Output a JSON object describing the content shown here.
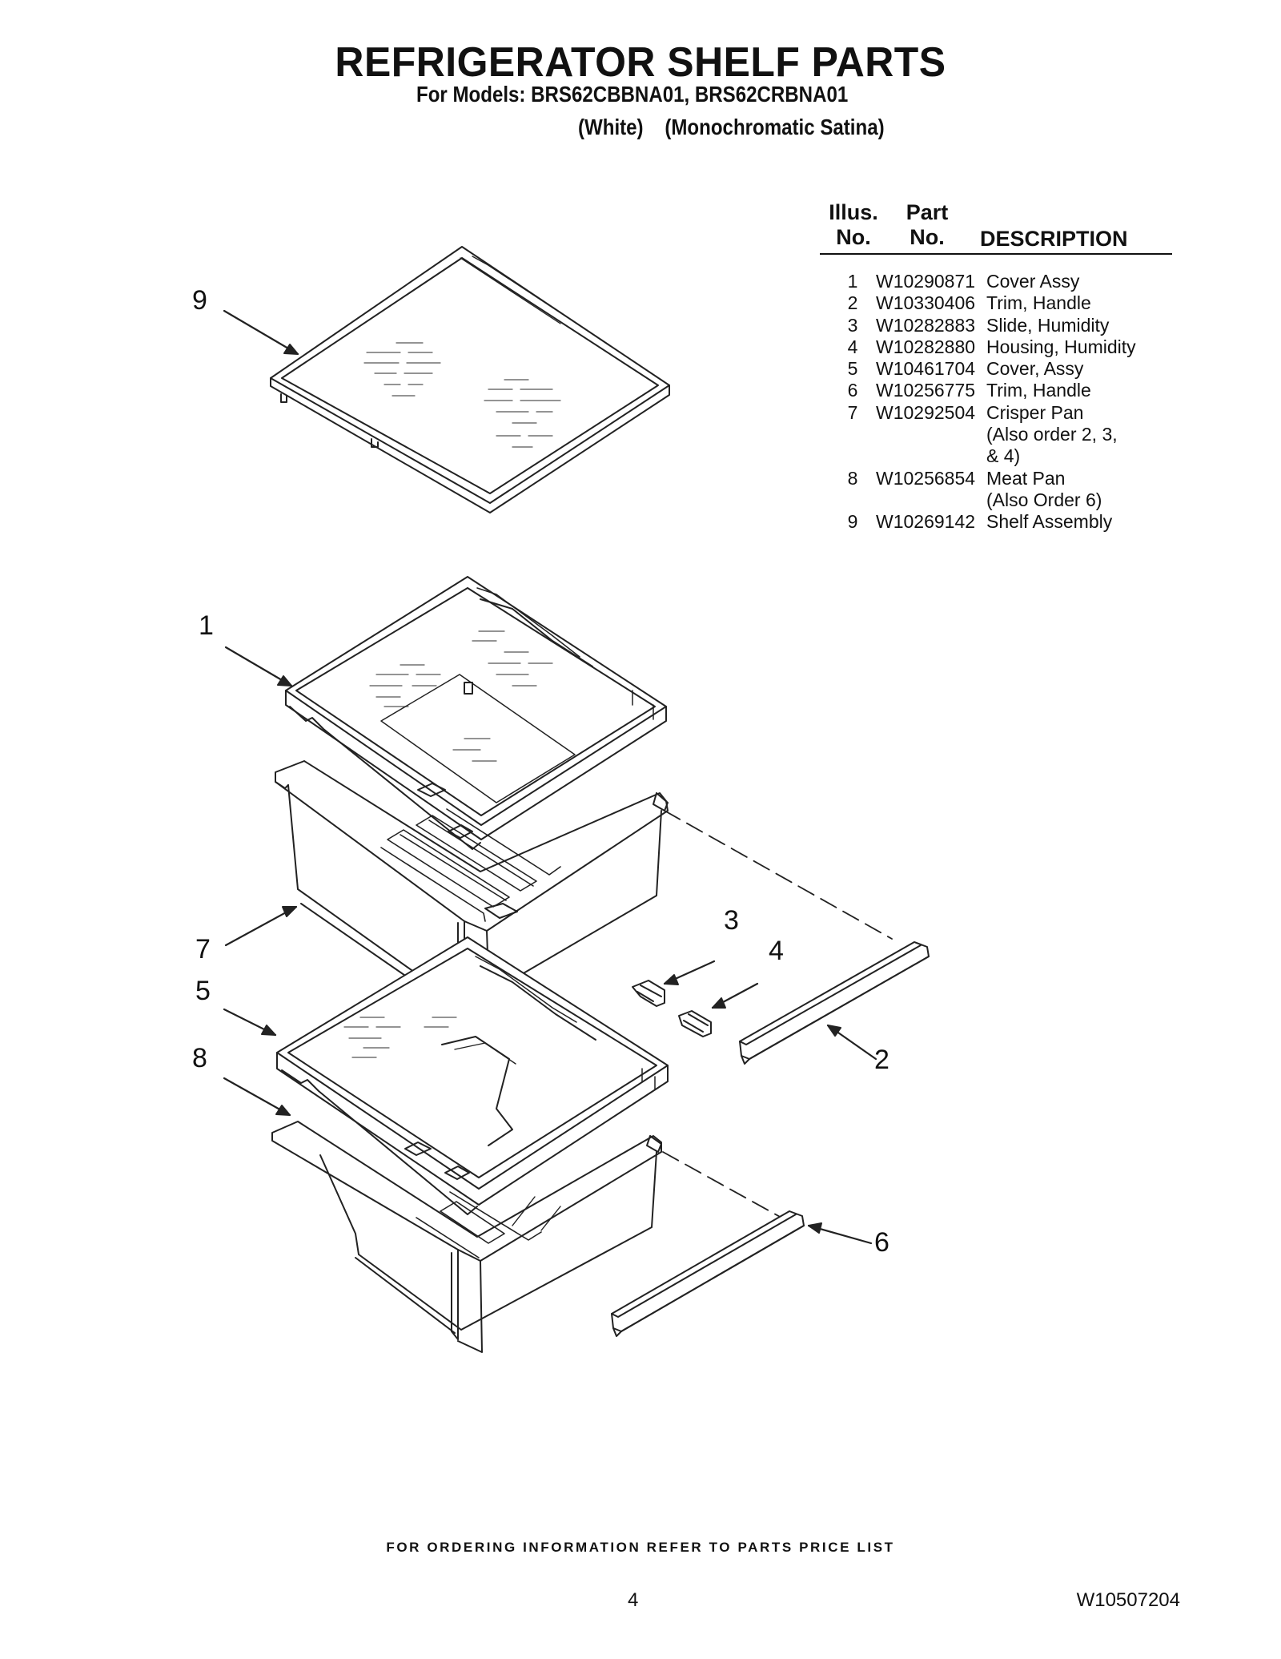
{
  "header": {
    "title": "REFRIGERATOR SHELF PARTS",
    "models": "For Models: BRS62CBBNA01, BRS62CRBNA01",
    "variant_1": "(White)",
    "variant_2": "(Monochromatic Satina)"
  },
  "table": {
    "col_illus_1": "Illus.",
    "col_illus_2": "No.",
    "col_part_1": "Part",
    "col_part_2": "No.",
    "col_desc": "DESCRIPTION",
    "rows": [
      {
        "no": "1",
        "part": "W10290871",
        "desc": [
          "Cover Assy"
        ]
      },
      {
        "no": "2",
        "part": "W10330406",
        "desc": [
          "Trim, Handle"
        ]
      },
      {
        "no": "3",
        "part": "W10282883",
        "desc": [
          "Slide, Humidity"
        ]
      },
      {
        "no": "4",
        "part": "W10282880",
        "desc": [
          "Housing, Humidity"
        ]
      },
      {
        "no": "5",
        "part": "W10461704",
        "desc": [
          "Cover, Assy"
        ]
      },
      {
        "no": "6",
        "part": "W10256775",
        "desc": [
          "Trim, Handle"
        ]
      },
      {
        "no": "7",
        "part": "W10292504",
        "desc": [
          "Crisper Pan",
          "(Also order 2, 3,",
          "& 4)"
        ]
      },
      {
        "no": "8",
        "part": "W10256854",
        "desc": [
          "Meat Pan",
          "(Also Order 6)"
        ]
      },
      {
        "no": "9",
        "part": "W10269142",
        "desc": [
          "Shelf Assembly"
        ]
      }
    ]
  },
  "callouts": {
    "c1": "1",
    "c2": "2",
    "c3": "3",
    "c4": "4",
    "c5": "5",
    "c6": "6",
    "c7": "7",
    "c8": "8",
    "c9": "9"
  },
  "footer": {
    "ordering_note": "FOR ORDERING INFORMATION REFER TO PARTS PRICE LIST",
    "page_number": "4",
    "doc_number": "W10507204"
  }
}
